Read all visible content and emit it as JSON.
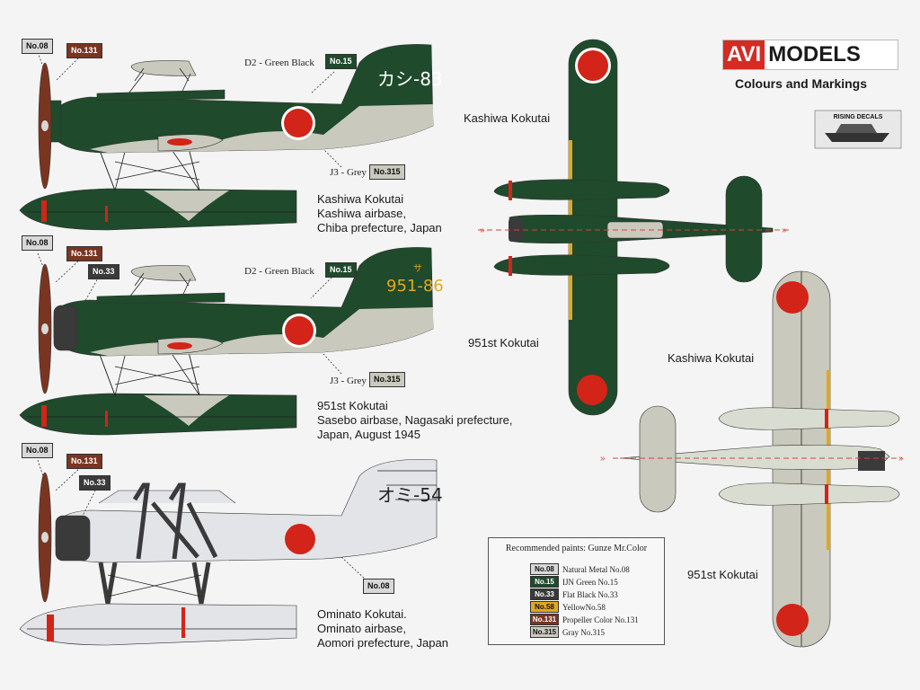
{
  "brand": {
    "part1": "AVI",
    "part2": "MODELS",
    "subtitle": "Colours and Markings",
    "decals_badge": "RISING DECALS"
  },
  "colors": {
    "green": "#1f4a2c",
    "grey": "#c9c9bd",
    "light_grey": "#e2e4e8",
    "black": "#3a3a3a",
    "yellow": "#e0a820",
    "prop": "#7a3520",
    "metal": "#d8d8d8",
    "hinomaru": "#d22418"
  },
  "aircraft": [
    {
      "code": "カシ-83",
      "unit": "Kashiwa Kokutai",
      "base": "Kashiwa airbase,",
      "location": "Chiba prefecture, Japan",
      "callouts": {
        "prop_hub": "No.08",
        "prop": "No.131",
        "upper_label": "D2 - Green Black",
        "upper_chip": "No.15",
        "lower_label": "J3 - Grey",
        "lower_chip": "No.315"
      }
    },
    {
      "code_prefix": "サ",
      "code": "951-86",
      "unit": "951st Kokutai",
      "base": "Sasebo airbase, Nagasaki prefecture,",
      "location": "Japan, August 1945",
      "callouts": {
        "prop_hub": "No.08",
        "prop": "No.131",
        "cowling": "No.33",
        "upper_label": "D2 - Green Black",
        "upper_chip": "No.15",
        "lower_label": "J3 - Grey",
        "lower_chip": "No.315"
      }
    },
    {
      "code": "オミ-54",
      "unit": "Ominato Kokutai.",
      "base": "Ominato airbase,",
      "location": "Aomori prefecture, Japan",
      "callouts": {
        "prop_hub": "No.08",
        "prop": "No.131",
        "cowling": "No.33",
        "fuselage": "No.08"
      }
    }
  ],
  "plan_views": {
    "top_label_a": "Kashiwa Kokutai",
    "top_label_b": "951st Kokutai",
    "bottom_label_a": "Kashiwa Kokutai",
    "bottom_label_b": "951st Kokutai"
  },
  "paints": {
    "title": "Recommended paints: Gunze Mr.Color",
    "items": [
      {
        "chip": "No.08",
        "name": "Natural Metal No.08",
        "color": "metal"
      },
      {
        "chip": "No.15",
        "name": "IJN Green No.15",
        "color": "green"
      },
      {
        "chip": "No.33",
        "name": "Flat Black No.33",
        "color": "black"
      },
      {
        "chip": "No.58",
        "name": "YellowNo.58",
        "color": "yellow"
      },
      {
        "chip": "No.131",
        "name": "Propeller Color No.131",
        "color": "prop"
      },
      {
        "chip": "No.315",
        "name": "Gray No.315",
        "color": "grey"
      }
    ]
  }
}
